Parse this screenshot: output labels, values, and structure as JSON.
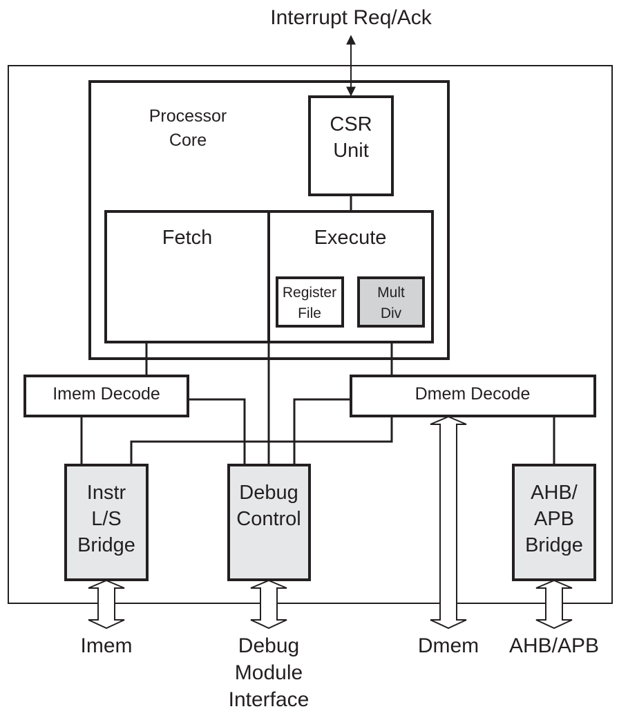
{
  "diagram": {
    "title_signal": "Interrupt Req/Ack",
    "core": {
      "label_line1": "Processor",
      "label_line2": "Core",
      "csr_line1": "CSR",
      "csr_line2": "Unit",
      "fetch": "Fetch",
      "execute": "Execute",
      "regfile_line1": "Register",
      "regfile_line2": "File",
      "multdiv_line1": "Mult",
      "multdiv_line2": "Div"
    },
    "decoders": {
      "imem": "Imem Decode",
      "dmem": "Dmem Decode"
    },
    "bridges": {
      "instr_line1": "Instr",
      "instr_line2": "L/S",
      "instr_line3": "Bridge",
      "debug_line1": "Debug",
      "debug_line2": "Control",
      "ahb_line1": "AHB/",
      "ahb_line2": "APB",
      "ahb_line3": "Bridge"
    },
    "external": {
      "imem": "Imem",
      "debug_line1": "Debug",
      "debug_line2": "Module",
      "debug_line3": "Interface",
      "dmem": "Dmem",
      "ahb_apb": "AHB/APB"
    },
    "colors": {
      "stroke": "#231f20",
      "shaded_block": "#e6e7e8",
      "multdiv_fill": "#d1d3d4",
      "background": "#ffffff"
    }
  }
}
